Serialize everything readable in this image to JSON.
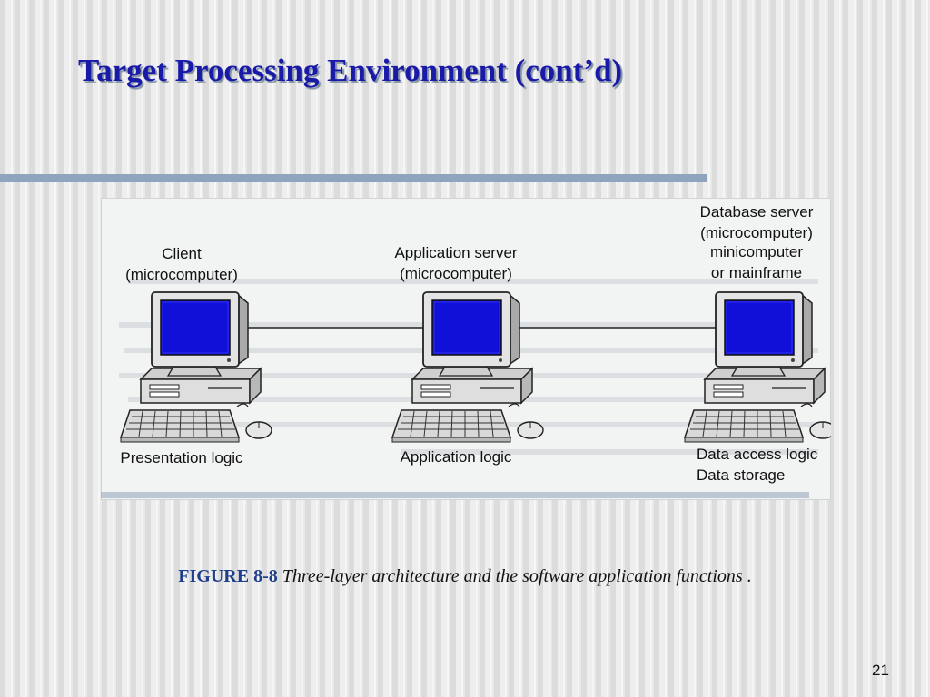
{
  "slide": {
    "title": "Target Processing Environment (cont’d)",
    "page_number": "21"
  },
  "figure": {
    "label": "FIGURE 8-8",
    "caption": "Three-layer architecture and the software application functions .",
    "client": {
      "name": "Client",
      "type": "(microcomputer)",
      "function": "Presentation logic"
    },
    "app_server": {
      "name": "Application server",
      "type": "(microcomputer)",
      "function": "Application logic"
    },
    "db_server": {
      "name": "Database server",
      "type": "(microcomputer)",
      "type2": "minicomputer",
      "type3": "or mainframe",
      "function": "Data access logic",
      "function2": "Data storage"
    }
  },
  "colors": {
    "title": "#1a1aa8",
    "screen": "#1010d8",
    "accent_rule": "#8fa4bd"
  }
}
